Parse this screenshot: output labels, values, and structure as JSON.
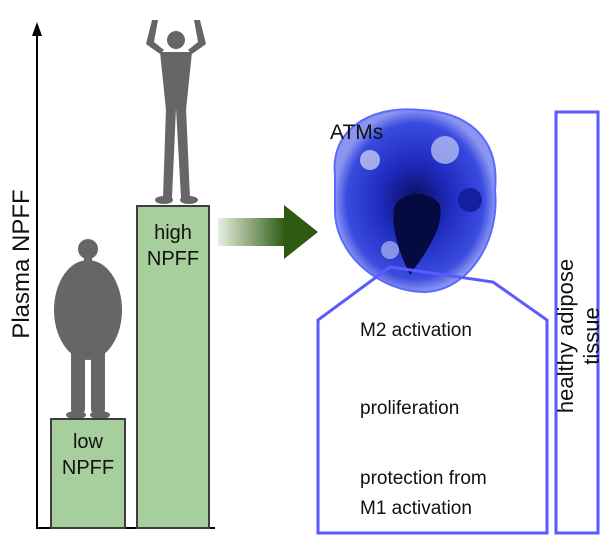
{
  "axis": {
    "ylabel": "Plasma NPFF"
  },
  "bars": [
    {
      "label_line1": "low",
      "label_line2": "NPFF"
    },
    {
      "label_line1": "high",
      "label_line2": "NPFF"
    }
  ],
  "cell": {
    "label": "ATMs"
  },
  "effects": [
    "M2 activation",
    "proliferation",
    "protection from",
    "M1 activation"
  ],
  "side_label": "healthy adipose tissue",
  "colors": {
    "bar": "#a7cf9e",
    "box": "#5a5aff",
    "arrow": "#2e5a12",
    "cell": "#2633c8"
  }
}
